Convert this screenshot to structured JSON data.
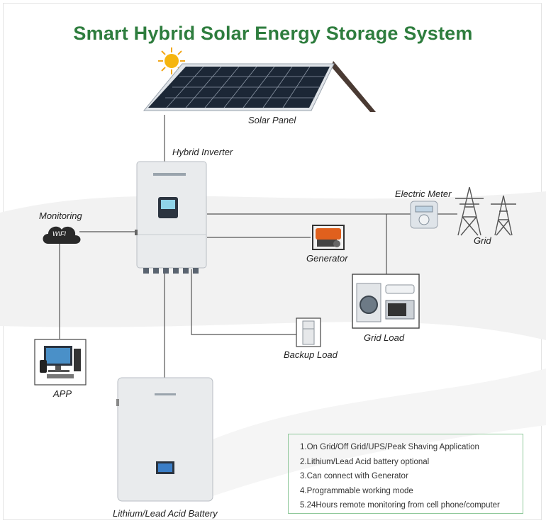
{
  "title": "Smart Hybrid Solar Energy Storage System",
  "labels": {
    "solar_panel": "Solar Panel",
    "hybrid_inverter": "Hybrid Inverter",
    "electric_meter": "Electric Meter",
    "grid": "Grid",
    "monitoring": "Monitoring",
    "wifi": "WIFI",
    "generator": "Generator",
    "grid_load": "Grid Load",
    "backup_load": "Backup Load",
    "app": "APP",
    "battery": "Lithium/Lead Acid Battery"
  },
  "features": [
    "1.On Grid/Off Grid/UPS/Peak Shaving Application",
    "2.Lithium/Lead Acid battery optional",
    "3.Can connect with Generator",
    "4.Programmable working mode",
    "5.24Hours remote monitoring from cell phone/computer"
  ],
  "colors": {
    "title": "#2e7d3e",
    "box_border": "#8fc89a",
    "wire": "#555555"
  }
}
